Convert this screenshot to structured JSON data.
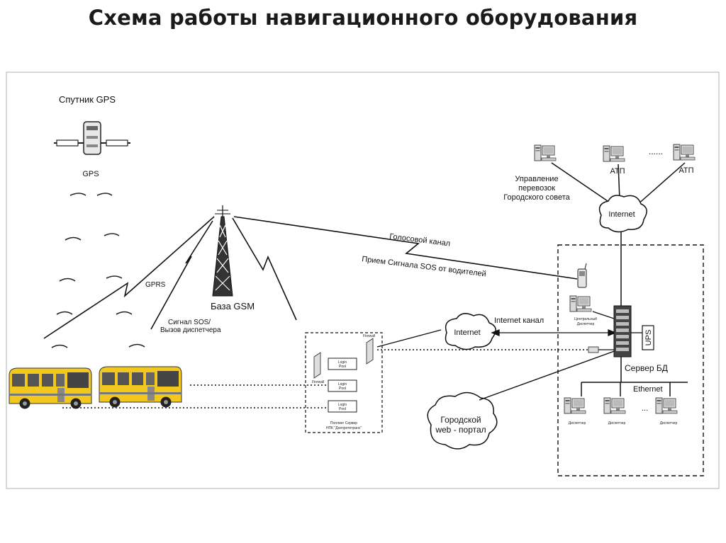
{
  "title": "Схема работы навигационного оборудования",
  "labels": {
    "satellite": "Спутник GPS",
    "gps": "GPS",
    "gprs": "GPRS",
    "sos_call": [
      "Сигнал SOS/",
      "Вызов диспетчера"
    ],
    "base_gsm": "База GSM",
    "voice_channel": "Голосовой канал",
    "sos_receive": "Прием Сигнала SOS от водителей",
    "transport_mgmt": [
      "Управление",
      "перевозок",
      "Городского совета"
    ],
    "atp": "АТП",
    "internet": "Internet",
    "internet_channel": "Internet канал",
    "ups": "UPS",
    "db_server": "Сервер БД",
    "ethernet": "Ethernet",
    "central_dispatcher": [
      "Центральный",
      "Диспетчер"
    ],
    "dispatcher": "Диспетчер",
    "city_portal": [
      "Городской",
      "web - портал"
    ],
    "login_pool": [
      "Login",
      "Pool"
    ],
    "firewall": "Firewall",
    "poll_server": [
      "Поллинг Сервер",
      "НПК \"Днепротетранс\""
    ],
    "ellipsis": "......",
    "dots": "..."
  },
  "colors": {
    "line": "#111111",
    "bus_yellow": "#f2c81e",
    "frame_gray": "#bdbdbd"
  }
}
